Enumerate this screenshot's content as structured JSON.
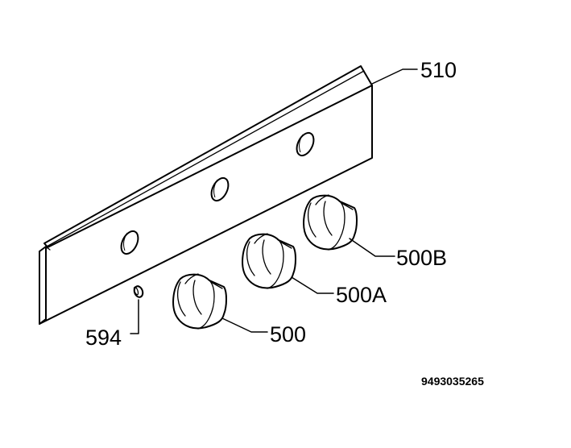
{
  "parts": [
    {
      "id": "panel",
      "label": "510"
    },
    {
      "id": "knob-right",
      "label": "500B"
    },
    {
      "id": "knob-middle",
      "label": "500A"
    },
    {
      "id": "knob-left",
      "label": "500"
    },
    {
      "id": "screw",
      "label": "594"
    }
  ],
  "document_number": "9493035265"
}
